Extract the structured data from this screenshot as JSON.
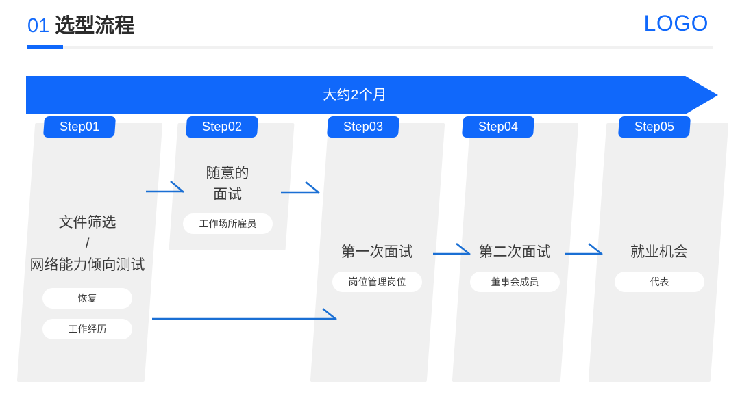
{
  "header": {
    "number": "01",
    "title": "选型流程",
    "logo": "LOGO"
  },
  "banner": {
    "label": "大约2个月",
    "color": "#1068fb"
  },
  "theme": {
    "accent": "#1068fb",
    "column_gray": "#f0f0f0",
    "text_dark": "#3a3a3a",
    "pill_bg": "#ffffff"
  },
  "steps": [
    {
      "badge": "Step01",
      "title": "文件筛选\n/\n网络能力倾向测试",
      "pills": [
        "恢复",
        "工作经历"
      ]
    },
    {
      "badge": "Step02",
      "title": "随意的\n面试",
      "pills": [
        "工作场所雇员"
      ]
    },
    {
      "badge": "Step03",
      "title": "第一次面试",
      "pills": [
        "岗位管理岗位"
      ]
    },
    {
      "badge": "Step04",
      "title": "第二次面试",
      "pills": [
        "董事会成员"
      ]
    },
    {
      "badge": "Step05",
      "title": "就业机会",
      "pills": [
        "代表"
      ]
    }
  ]
}
